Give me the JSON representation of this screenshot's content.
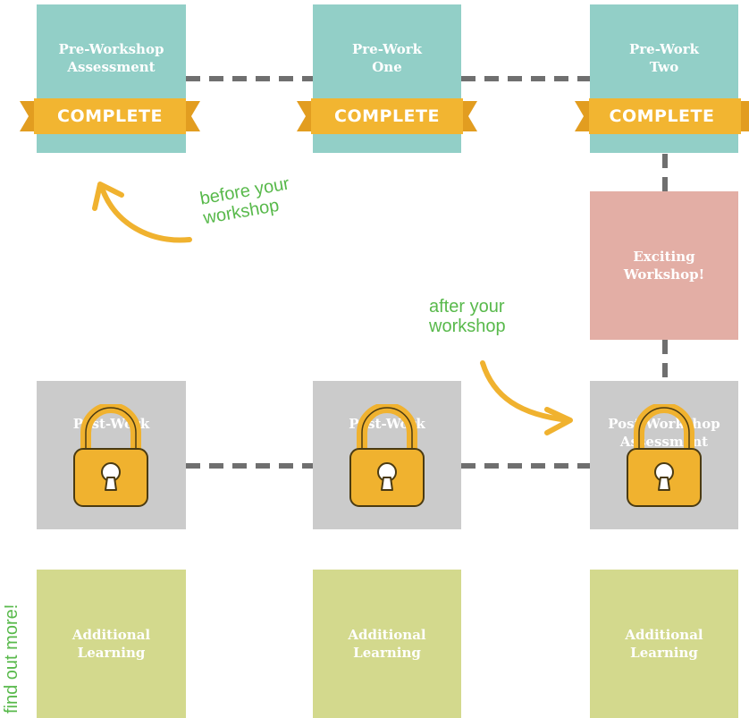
{
  "tiles": {
    "pre_workshop_assessment": "Pre-Workshop\nAssessment",
    "pre_work_one": "Pre-Work\nOne",
    "pre_work_two": "Pre-Work\nTwo",
    "exciting_workshop": "Exciting\nWorkshop!",
    "post_work_1": "Post-Work",
    "post_work_2": "Post-Work",
    "post_workshop_assessment": "Post-Workshop\nAssessment",
    "additional_learning_1": "Additional\nLearning",
    "additional_learning_2": "Additional\nLearning",
    "additional_learning_3": "Additional\nLearning"
  },
  "status": {
    "complete": "COMPLETE"
  },
  "notes": {
    "before": "before your\nworkshop",
    "after": "after your\nworkshop",
    "find_out_more": "find out more!"
  },
  "colors": {
    "teal": "#92cfc7",
    "pink": "#e3aea5",
    "grey": "#cbcbcb",
    "green": "#d3d98d",
    "ribbon": "#f2b531",
    "arrow": "#f0b22f",
    "note_text": "#58b94b",
    "connector": "#6f6f6f"
  }
}
